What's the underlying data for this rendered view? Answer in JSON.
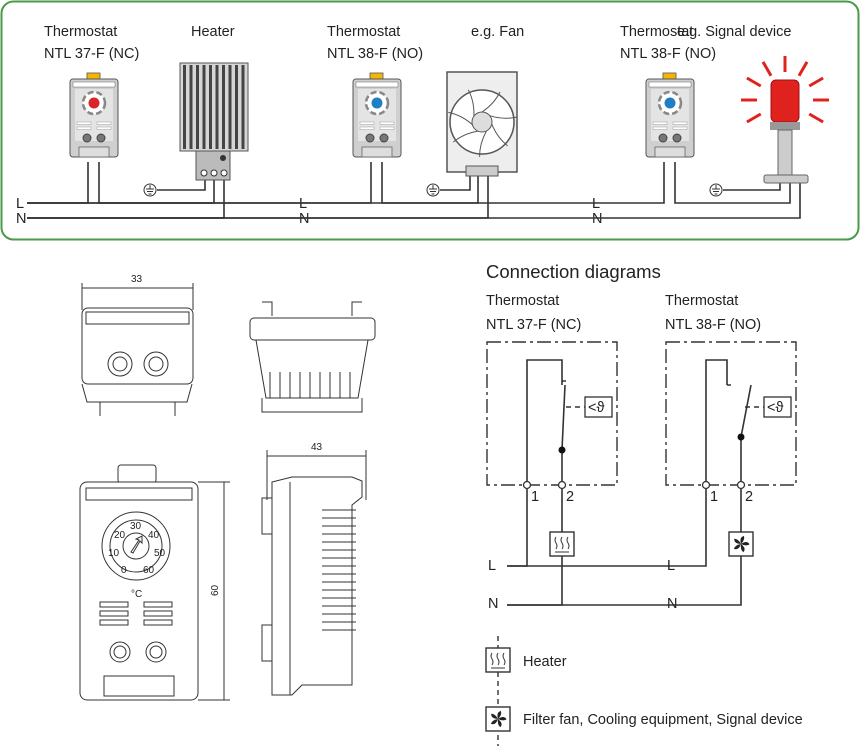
{
  "wiring_panel": {
    "border_color": "#4a9a4a",
    "examples": [
      {
        "thermostat_label": "Thermostat",
        "thermostat_model": "NTL 37-F (NC)",
        "knob_color": "#d9252a",
        "device_label": "Heater",
        "device_icon": "heater-icon",
        "terminal_labels": [
          "L",
          "N"
        ]
      },
      {
        "thermostat_label": "Thermostat",
        "thermostat_model": "NTL 38-F (NO)",
        "knob_color": "#1f7fc4",
        "device_label": "e.g. Fan",
        "device_icon": "fan-icon"
      },
      {
        "thermostat_label": "Thermostat",
        "thermostat_model": "NTL 38-F (NO)",
        "knob_color": "#1f7fc4",
        "device_label": "e.g. Signal device",
        "device_icon": "signal-beacon-icon"
      }
    ],
    "line_labels": {
      "l": "L",
      "n": "N"
    }
  },
  "dimensions": {
    "width": "33",
    "height": "60",
    "depth": "43",
    "dial_scale": [
      "0",
      "10",
      "20",
      "30",
      "40",
      "50",
      "60"
    ],
    "unit": "°C"
  },
  "connection_diagrams": {
    "title": "Connection diagrams",
    "diagrams": [
      {
        "label": "Thermostat",
        "model": "NTL 37-F (NC)",
        "sensor": "<ϑ",
        "terminals": [
          "1",
          "2"
        ],
        "lines": [
          "L",
          "N"
        ],
        "load": "heater"
      },
      {
        "label": "Thermostat",
        "model": "NTL 38-F (NO)",
        "sensor": "<ϑ",
        "terminals": [
          "1",
          "2"
        ],
        "lines": [
          "L",
          "N"
        ],
        "load": "fan"
      }
    ],
    "legend": [
      {
        "icon": "heater-symbol-icon",
        "label": "Heater"
      },
      {
        "icon": "fan-symbol-icon",
        "label": "Filter fan, Cooling equipment, Signal device"
      }
    ]
  }
}
